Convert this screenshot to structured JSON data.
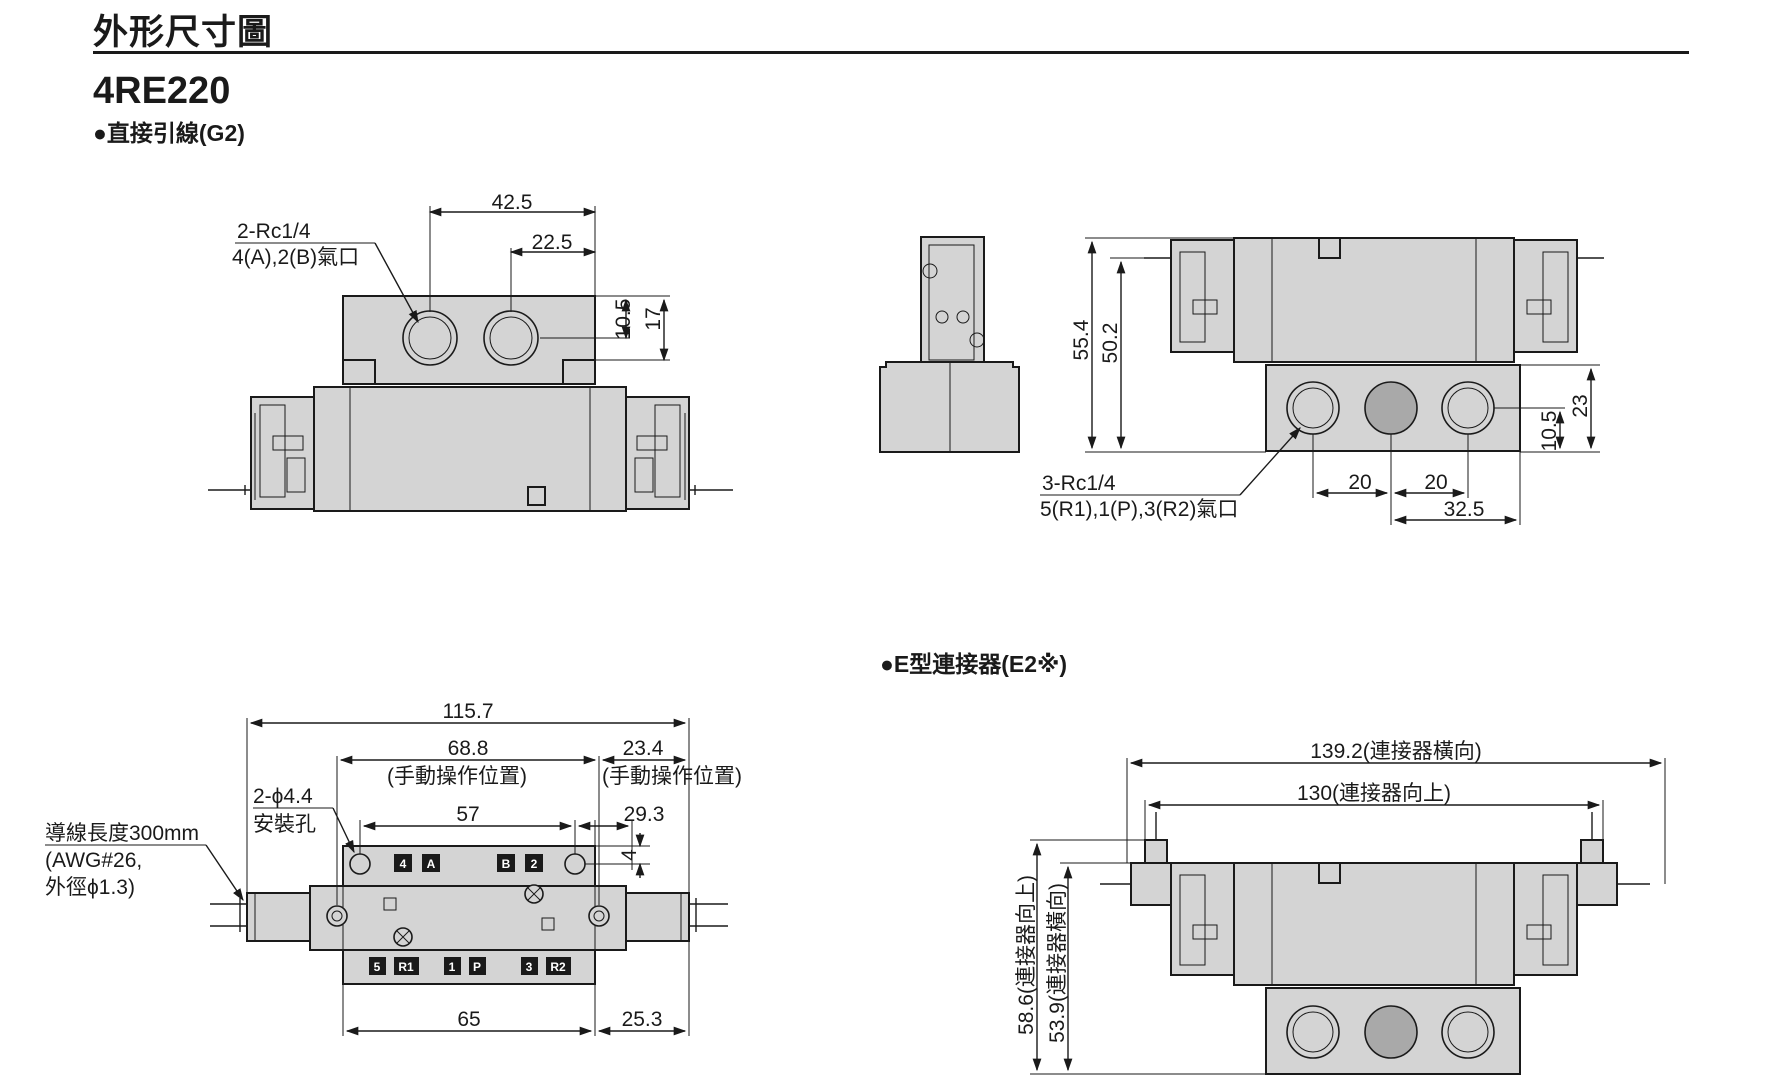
{
  "header": {
    "title": "外形尺寸圖"
  },
  "model": "4RE220",
  "sections": {
    "direct": "●直接引線(G2)",
    "connector": "●E型連接器(E2※)"
  },
  "top_view": {
    "dims": {
      "d42_5": "42.5",
      "d22_5": "22.5",
      "d10_5": "10.5",
      "d17": "17"
    },
    "port_label_1": "2-Rc1/4",
    "port_label_2": "4(A),2(B)氣口"
  },
  "side_view": {
    "dims": {
      "d55_4": "55.4",
      "d50_2": "50.2",
      "d23": "23",
      "d10_5": "10.5",
      "d20a": "20",
      "d20b": "20",
      "d32_5": "32.5"
    },
    "port_label_1": "3-Rc1/4",
    "port_label_2": "5(R1),1(P),3(R2)氣口"
  },
  "bottom_view": {
    "dims": {
      "d115_7": "115.7",
      "d68_8": "68.8",
      "manual_1": "(手動操作位置)",
      "d23_4": "23.4",
      "manual_2": "(手動操作位置)",
      "d57": "57",
      "d29_3": "29.3",
      "d4": "4",
      "d65": "65",
      "d25_3": "25.3"
    },
    "hole_label_1": "2-ϕ4.4",
    "hole_label_2": "安裝孔",
    "wire_label_1": "導線長度300mm",
    "wire_label_2": "(AWG#26,",
    "wire_label_3": "外徑ϕ1.3)",
    "tags_top": [
      "4",
      "A",
      "B",
      "2"
    ],
    "tags_bottom": [
      "5",
      "R1",
      "1",
      "P",
      "3",
      "R2"
    ]
  },
  "connector_view": {
    "dims": {
      "d139_2": "139.2(連接器橫向)",
      "d130": "130(連接器向上)",
      "d58_6": "58.6(連接器向上)",
      "d53_9": "53.9(連接器橫向)"
    }
  }
}
